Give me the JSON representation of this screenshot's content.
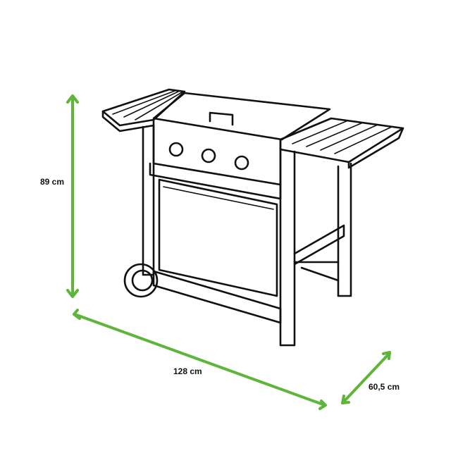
{
  "dimensions": {
    "height": "89 cm",
    "width": "128 cm",
    "depth": "60,5 cm"
  },
  "colors": {
    "arrow": "#5db53a",
    "outline": "#111111"
  },
  "product_icon": "barbecue-grill-line-drawing"
}
